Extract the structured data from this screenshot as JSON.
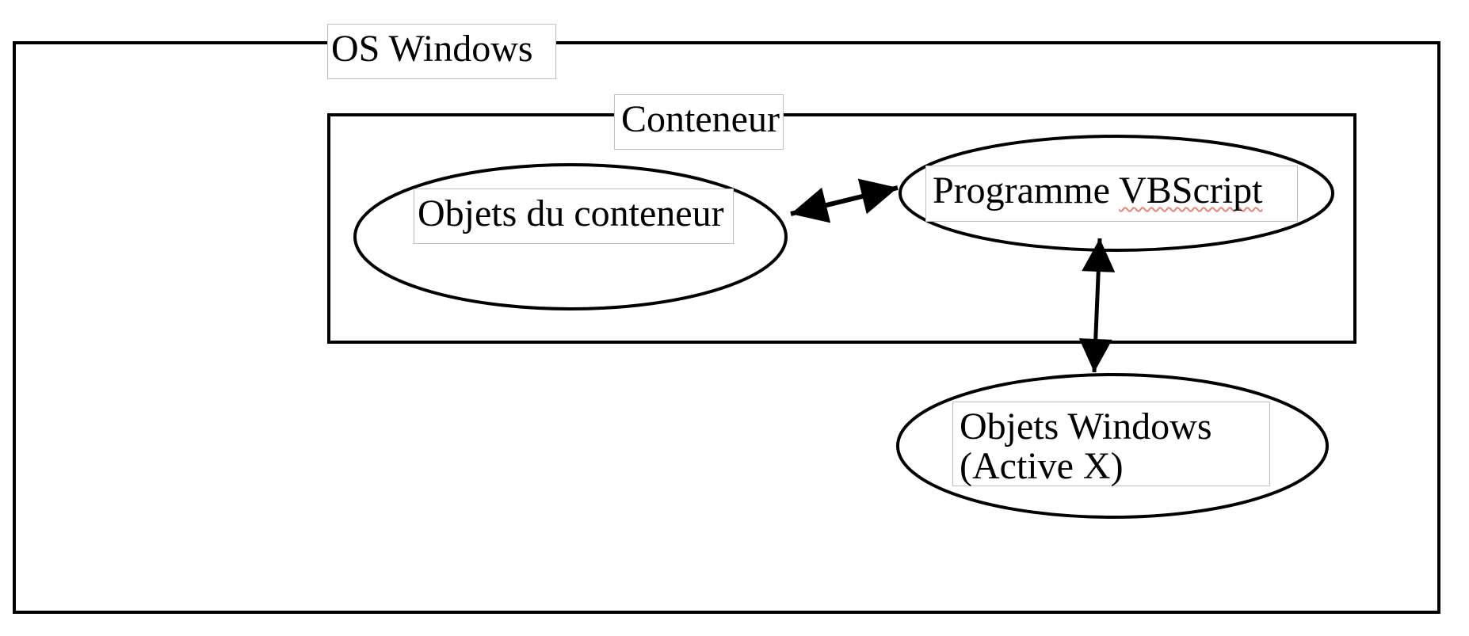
{
  "labels": {
    "os": "OS Windows",
    "container": "Conteneur"
  },
  "nodes": {
    "container_objects": {
      "label": "Objets du conteneur"
    },
    "vbscript_program": {
      "prefix": "Programme ",
      "spellchecked_word": "VBScript"
    },
    "windows_objects": {
      "line1": "Objets Windows",
      "line2": "(Active X)"
    }
  },
  "connections": [
    {
      "from": "container_objects",
      "to": "vbscript_program",
      "style": "double-arrow"
    },
    {
      "from": "vbscript_program",
      "to": "windows_objects",
      "style": "double-arrow"
    }
  ],
  "colors": {
    "background": "#ffffff",
    "stroke": "#000000",
    "textbox_border": "#c0c0c0",
    "spellcheck_underline": "#e8827a"
  }
}
